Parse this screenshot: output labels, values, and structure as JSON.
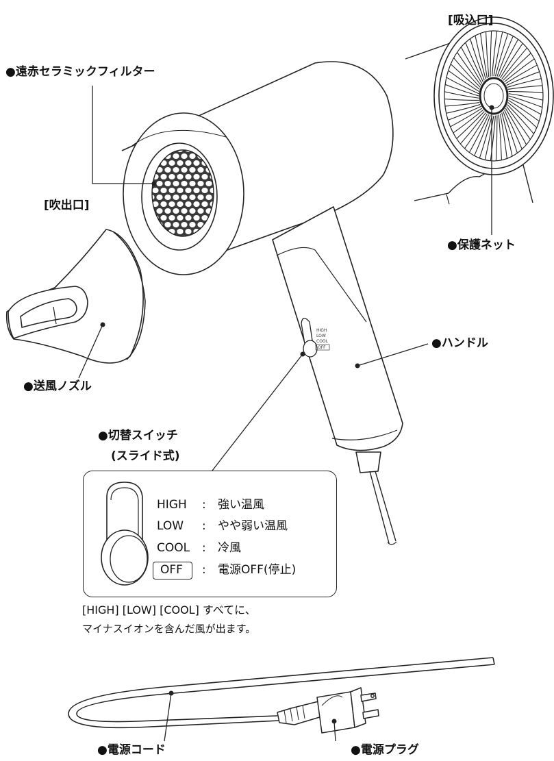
{
  "brackets": {
    "intake": "[吸込口]",
    "outlet": "[吹出口]"
  },
  "labels": {
    "filter": "●遠赤セラミックフィルター",
    "net": "●保護ネット",
    "handle": "●ハンドル",
    "nozzle": "●送風ノズル",
    "switch_line1": "●切替スイッチ",
    "switch_line2": "(スライド式)",
    "cord": "●電源コード",
    "plug": "●電源プラグ"
  },
  "switch_engraving": [
    "HIGH",
    "LOW",
    "COOL",
    "OFF"
  ],
  "modes": [
    {
      "name": "HIGH",
      "sep": ":",
      "desc": "強い温風"
    },
    {
      "name": "LOW",
      "sep": ":",
      "desc": "やや弱い温風"
    },
    {
      "name": "COOL",
      "sep": ":",
      "desc": "冷風"
    },
    {
      "name": "OFF",
      "sep": ":",
      "desc": "電源OFF(停止)"
    }
  ],
  "note": {
    "line1": "[HIGH] [LOW] [COOL] すべてに、",
    "line2": "マイナスイオンを含んだ風が出ます。"
  }
}
